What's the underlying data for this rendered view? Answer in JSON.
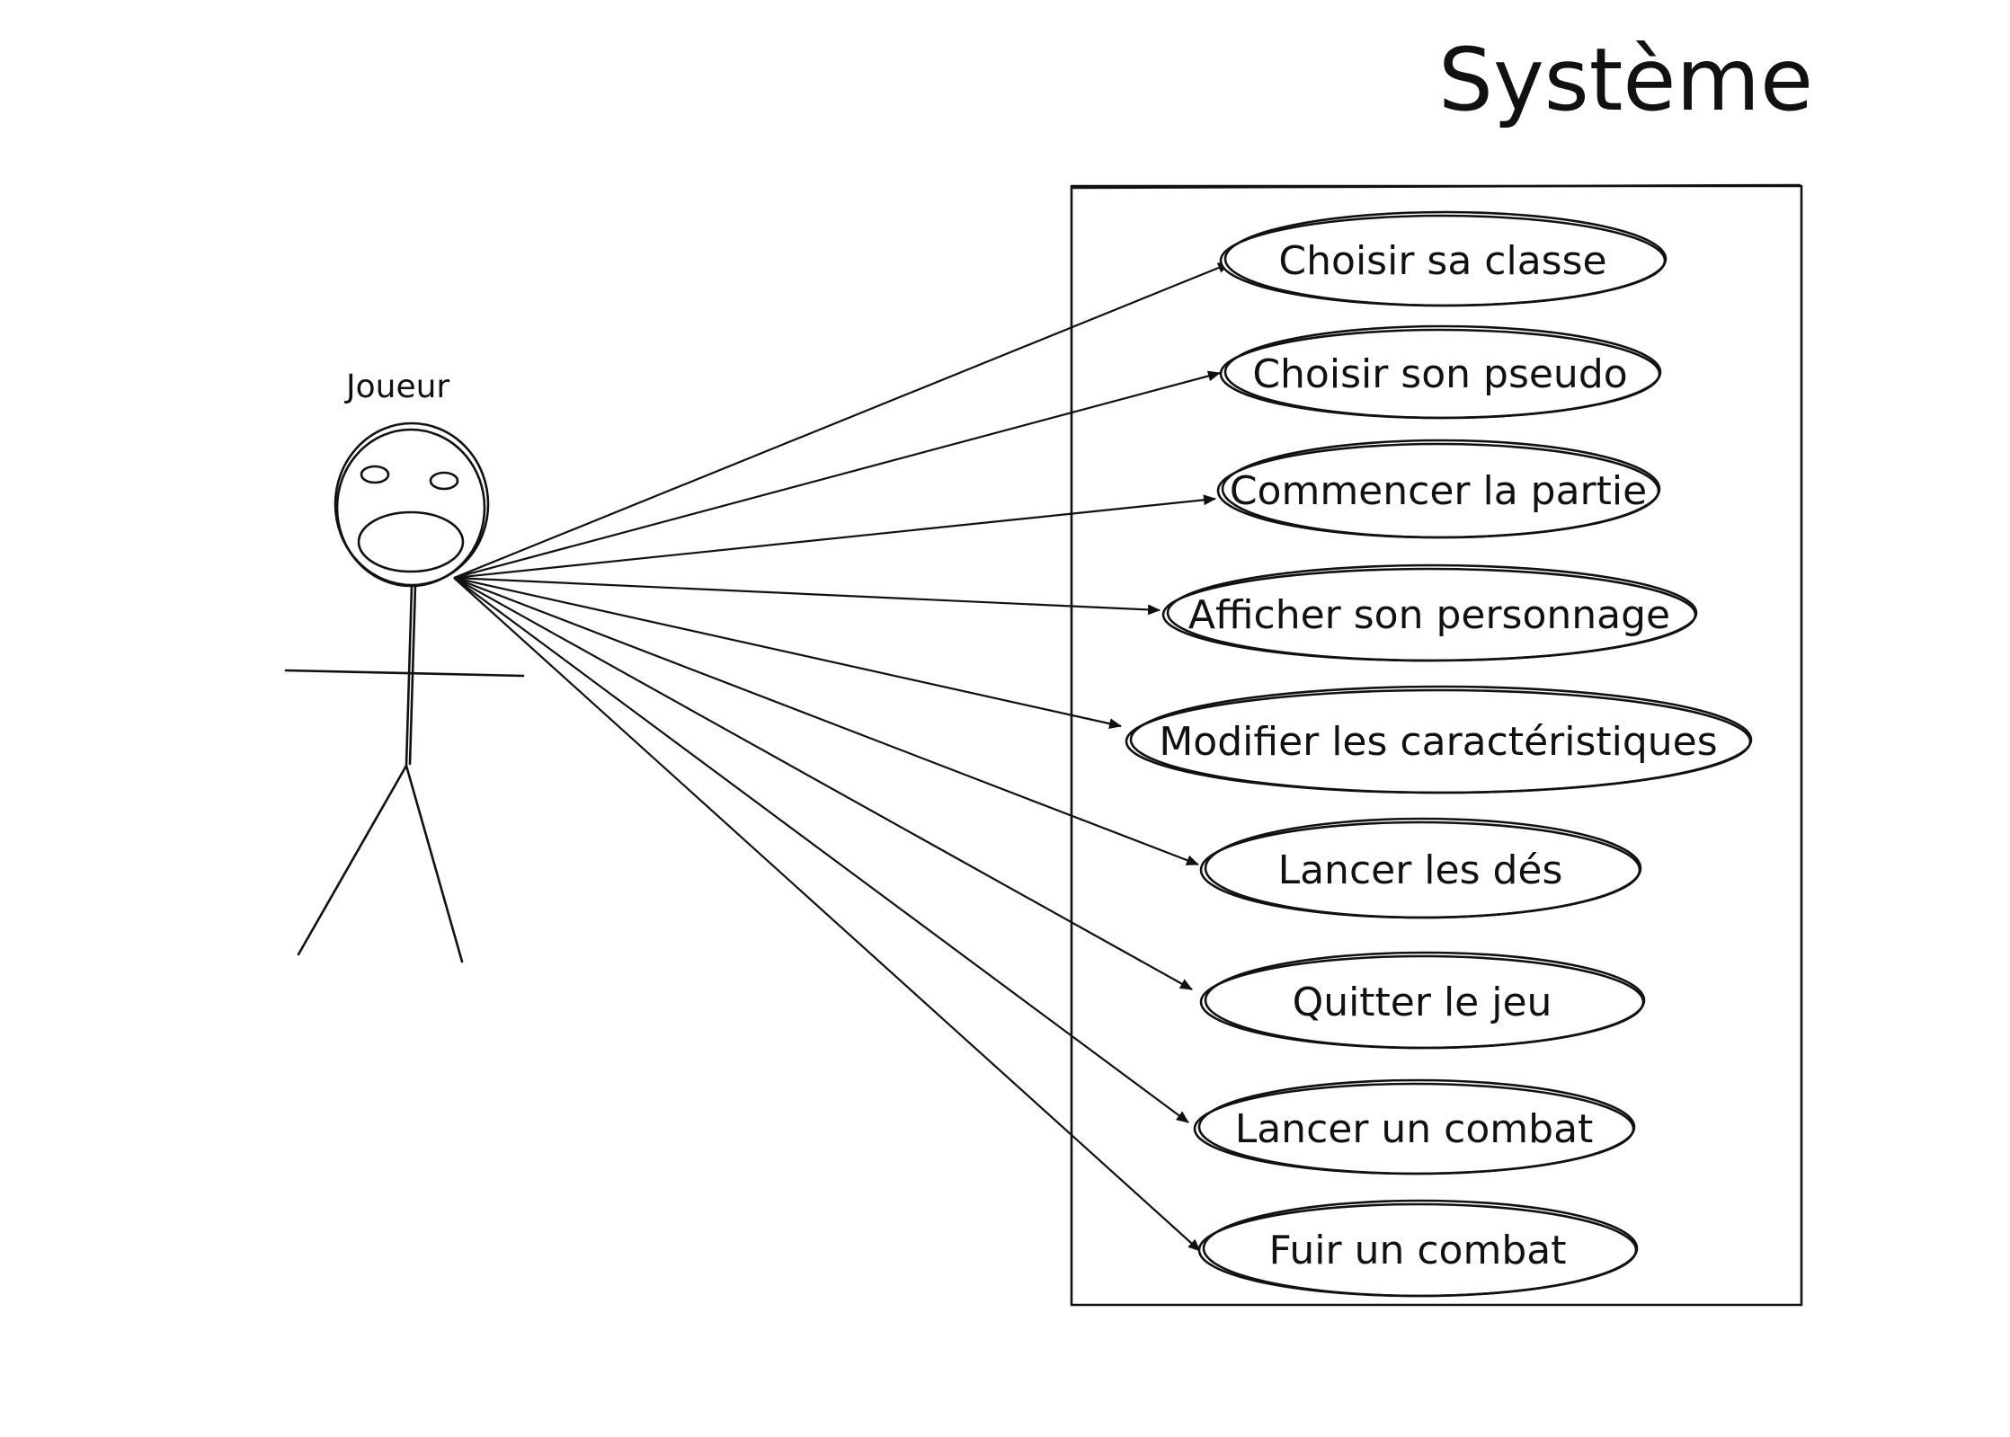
{
  "system": {
    "title": "Système"
  },
  "actor": {
    "label": "Joueur"
  },
  "use_cases": [
    {
      "label": "Choisir sa classe"
    },
    {
      "label": "Choisir son pseudo"
    },
    {
      "label": "Commencer la partie"
    },
    {
      "label": "Afficher son personnage"
    },
    {
      "label": "Modifier les caractéristiques"
    },
    {
      "label": "Lancer les dés"
    },
    {
      "label": "Quitter le jeu"
    },
    {
      "label": "Lancer un combat"
    },
    {
      "label": "Fuir un combat"
    }
  ]
}
